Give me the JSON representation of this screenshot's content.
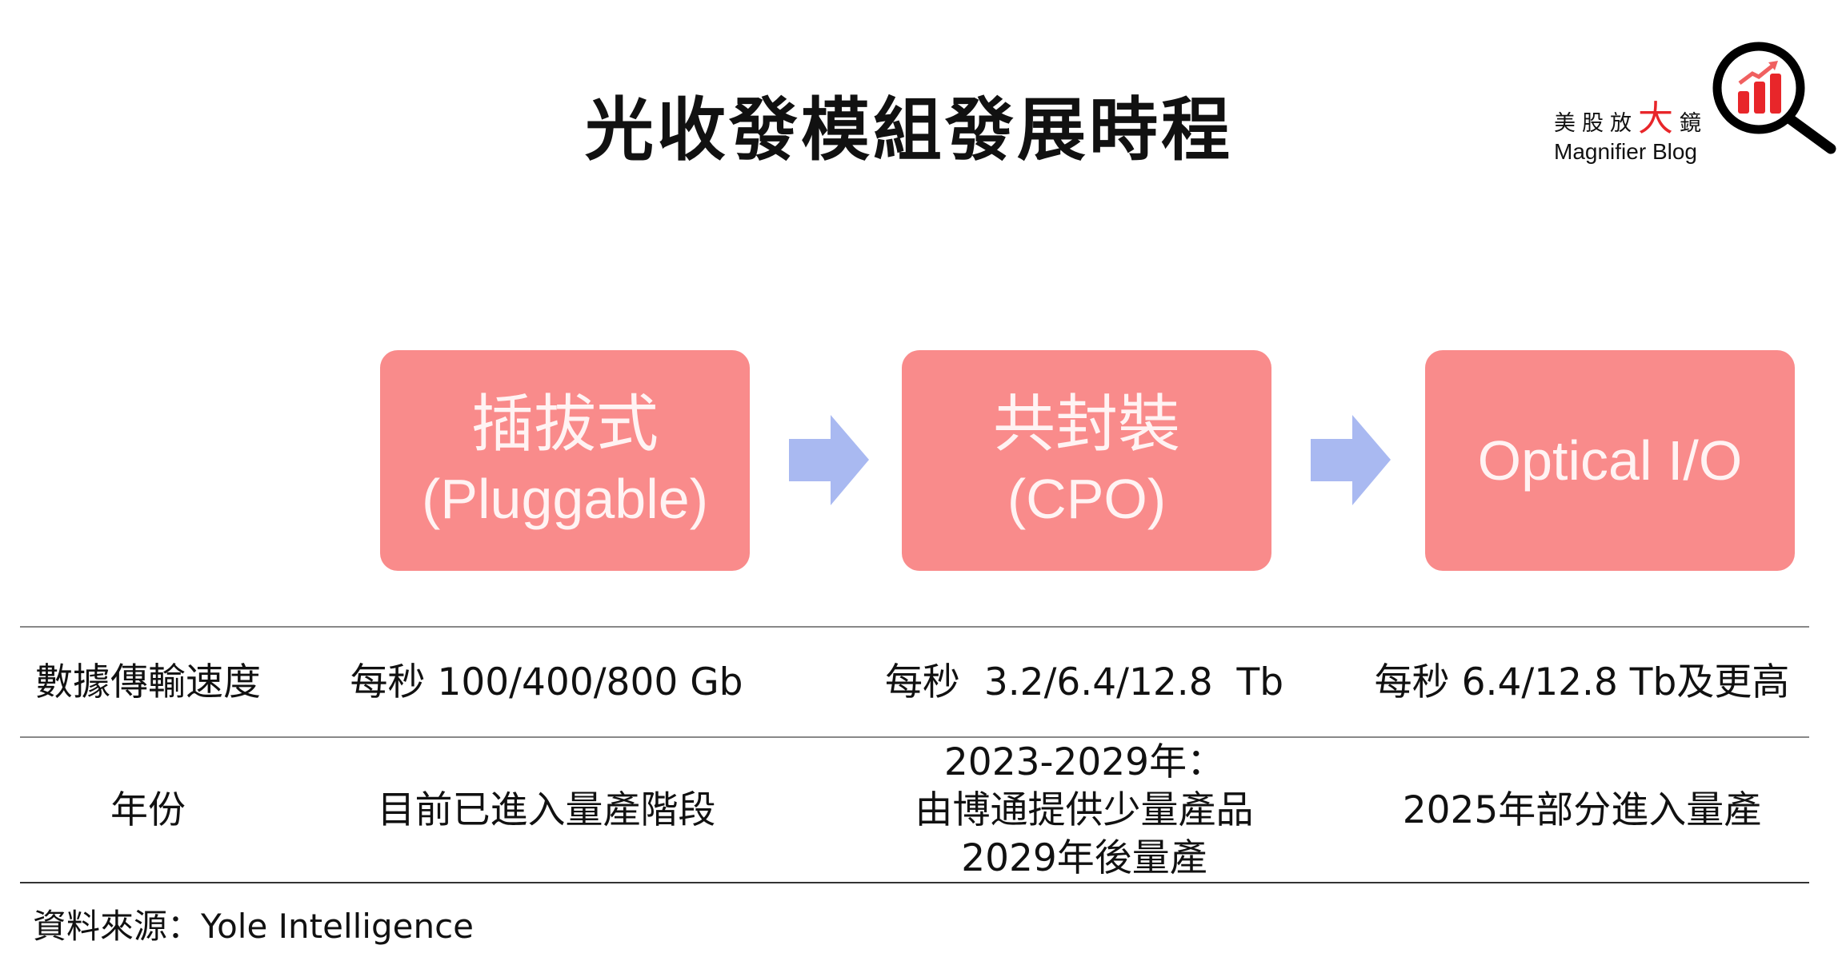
{
  "title": "光收發模組發展時程",
  "logo": {
    "zh_parts": [
      "美股放",
      "大",
      "鏡"
    ],
    "en": "Magnifier Blog"
  },
  "stages": [
    {
      "zh": "插拔式",
      "en": "(Pluggable)"
    },
    {
      "zh": "共封裝",
      "en": "(CPO)"
    },
    {
      "zh": "",
      "en": "Optical I/O"
    }
  ],
  "table": {
    "rows": [
      {
        "label": "數據傳輸速度",
        "cells": [
          [
            "每秒 100/400/800 Gb"
          ],
          [
            "每秒  3.2/6.4/12.8  Tb"
          ],
          [
            "每秒 6.4/12.8 Tb及更高"
          ]
        ]
      },
      {
        "label": "年份",
        "cells": [
          [
            "目前已進入量產階段"
          ],
          [
            "2023-2029年：",
            "由博通提供少量產品",
            "2029年後量產"
          ],
          [
            "2025年部分進入量產"
          ]
        ]
      }
    ]
  },
  "source": "資料來源：Yole Intelligence",
  "colors": {
    "box": "#f98b8b",
    "arrow": "#a9b9f1",
    "logo_red": "#e8262a"
  }
}
